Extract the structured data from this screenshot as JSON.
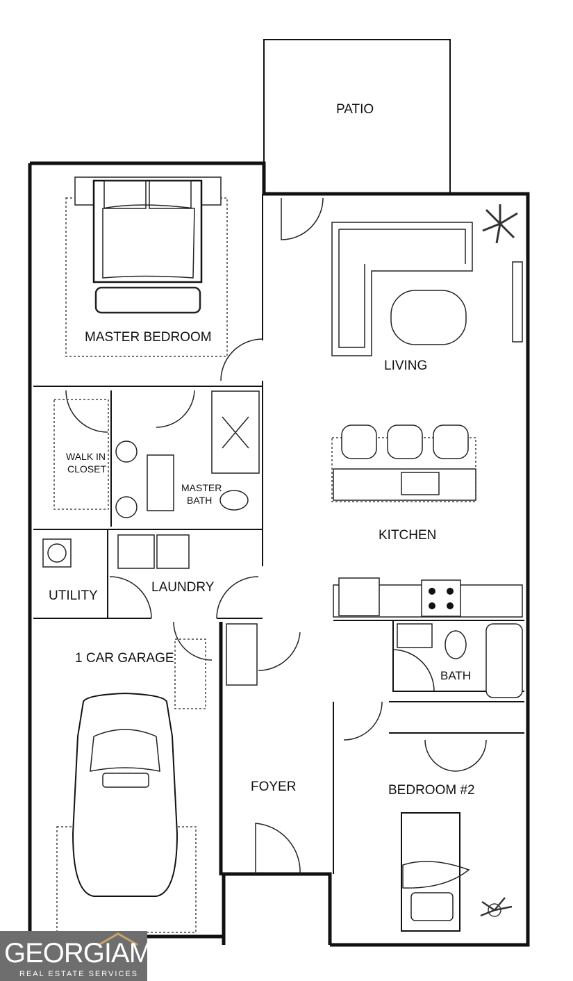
{
  "rooms": {
    "patio": "PATIO",
    "master_bedroom": "MASTER BEDROOM",
    "living": "LIVING",
    "walk_in_closet_line1": "WALK IN",
    "walk_in_closet_line2": "CLOSET",
    "master_bath_line1": "MASTER",
    "master_bath_line2": "BATH",
    "kitchen": "KITCHEN",
    "utility": "UTILITY",
    "laundry": "LAUNDRY",
    "garage": "1 CAR GARAGE",
    "bath": "BATH",
    "foyer": "FOYER",
    "bedroom2": "BEDROOM #2"
  },
  "logo": {
    "main": "GEORGIAMLS",
    "sub": "REAL ESTATE SERVICES"
  },
  "colors": {
    "wall": "#111111",
    "logo_bg": "#6e6e6e",
    "logo_roof": "#c9a46a"
  }
}
